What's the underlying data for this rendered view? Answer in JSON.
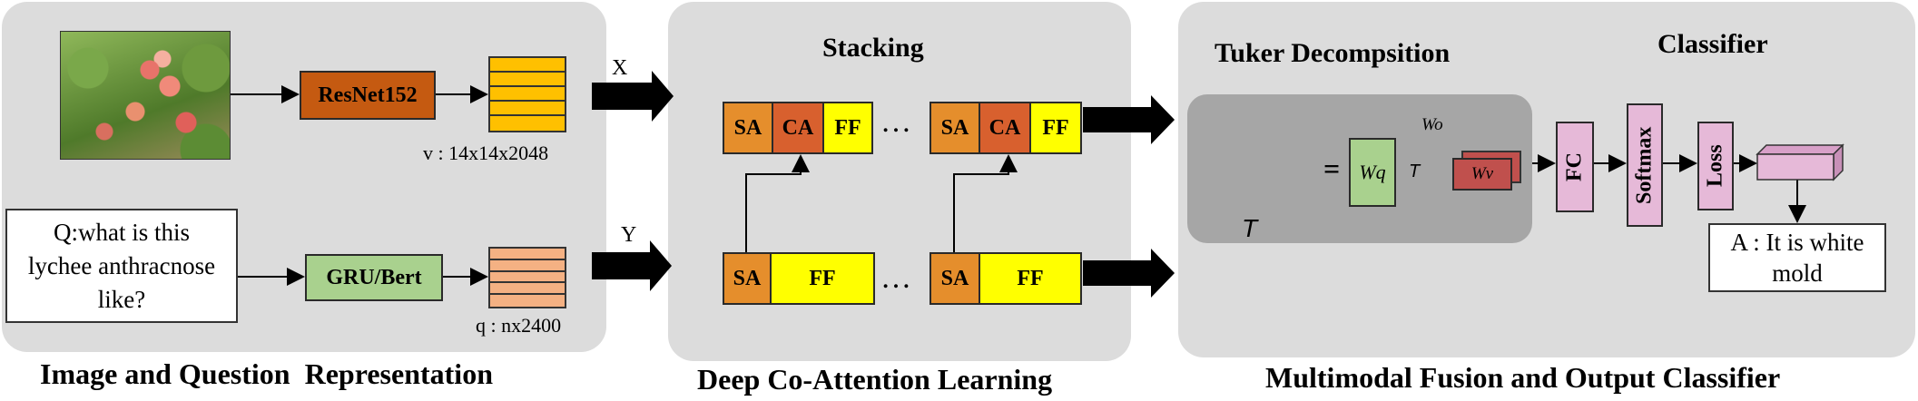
{
  "section1": {
    "caption": "Image and Question  Representation",
    "image_encoder": "ResNet152",
    "v_dim": "v : 14x14x2048",
    "question": "Q:what is this lychee anthracnose like?",
    "text_encoder": "GRU/Bert",
    "q_dim": "q : nx2400",
    "x_label": "X",
    "y_label": "Y"
  },
  "section2": {
    "heading": "Stacking",
    "caption": "Deep Co-Attention Learning",
    "sa": "SA",
    "ca": "CA",
    "ff": "FF",
    "dots": "…"
  },
  "section3": {
    "heading_tucker": "Tuker Decompsition",
    "heading_classifier": "Classifier",
    "caption": "Multimodal Fusion and Output Classifier",
    "tensor_T": "T",
    "equals": "=",
    "wq": "Wq",
    "wo": "Wo",
    "wv": "Wv",
    "core_T": "T",
    "fc": "FC",
    "softmax": "Softmax",
    "loss": "Loss",
    "answer": "A : It is white mold"
  },
  "colors": {
    "panel": "#dcdcdc",
    "inner_panel": "#a6a6a6",
    "resnet": "#c55a11",
    "feature_yellow": "#ffc000",
    "gru": "#a9d18e",
    "feature_peach": "#f4b183",
    "sa": "#e58e2c",
    "ca": "#d8602e",
    "ff": "#ffff00",
    "tensor": "#deebf7",
    "core": "#ccffff",
    "w_red": "#c0504d",
    "classifier_pink": "#e6b9d8"
  }
}
